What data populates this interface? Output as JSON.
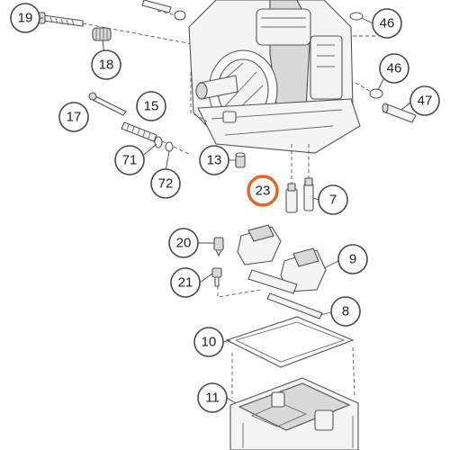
{
  "diagram": {
    "accent_color": "#e8641b",
    "highlighted_callout": "23",
    "callouts": [
      {
        "id": "c19",
        "label": "19"
      },
      {
        "id": "c18",
        "label": "18"
      },
      {
        "id": "c46a",
        "label": "46"
      },
      {
        "id": "c46b",
        "label": "46"
      },
      {
        "id": "c47",
        "label": "47"
      },
      {
        "id": "c17",
        "label": "17"
      },
      {
        "id": "c15",
        "label": "15"
      },
      {
        "id": "c71",
        "label": "71"
      },
      {
        "id": "c72",
        "label": "72"
      },
      {
        "id": "c13",
        "label": "13"
      },
      {
        "id": "c23",
        "label": "23"
      },
      {
        "id": "c7",
        "label": "7"
      },
      {
        "id": "c20",
        "label": "20"
      },
      {
        "id": "c9",
        "label": "9"
      },
      {
        "id": "c21",
        "label": "21"
      },
      {
        "id": "c8",
        "label": "8"
      },
      {
        "id": "c10",
        "label": "10"
      },
      {
        "id": "c11",
        "label": "11"
      }
    ]
  }
}
